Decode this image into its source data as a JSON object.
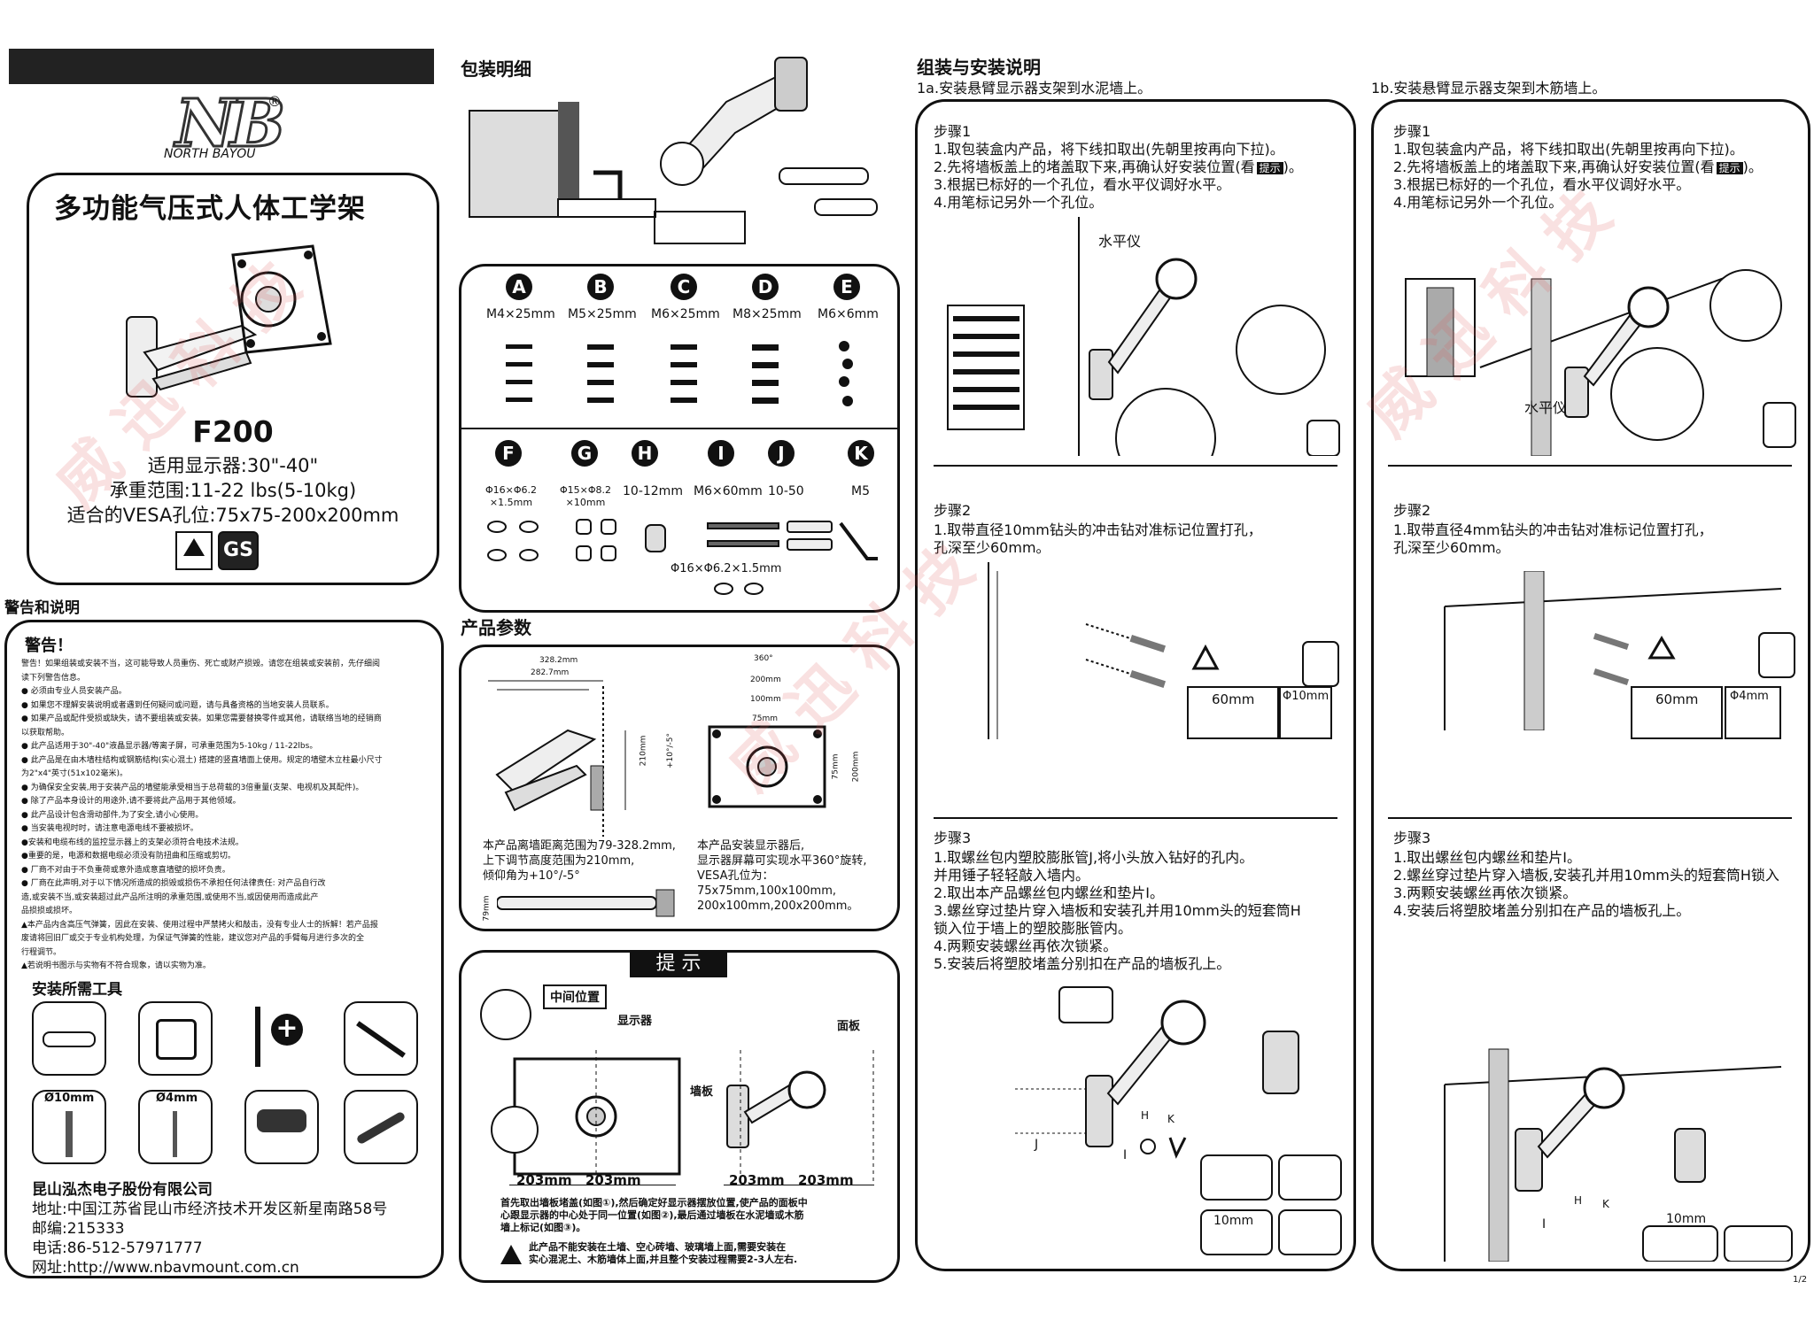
{
  "brand": {
    "logo_text": "NB",
    "logo_reg": "®",
    "brand_name": "NORTH BAYOU"
  },
  "product": {
    "title": "多功能气压式人体工学架",
    "model": "F200",
    "spec_display": "适用显示器:30\"-40\"",
    "spec_load": "承重范围:11-22 lbs(5-10kg)",
    "spec_vesa": "适合的VESA孔位:75x75-200x200mm"
  },
  "warning_section": {
    "heading": "警告和说明",
    "title": "警告！",
    "lines": [
      "警告！如果组装或安装不当，这可能导致人员重伤、死亡或财产损毁。请您在组装或安装前，先仔细阅",
      "读下列警告信息。",
      "● 必须由专业人员安装产品。",
      "● 如果您不理解安装说明或者遇到任何疑问或问题，请与具备资格的当地安装人员联系。",
      "● 如果产品或配件受损或缺失，请不要组装或安装。如果您需要替换零件或其他，请联络当地的经销商",
      "  以获取帮助。",
      "● 此产品适用于30\"-40\"液晶显示器/等离子屏，可承重范围为5-10kg / 11-22lbs。",
      "● 此产品是在由木墙柱结构或钢筋结构(实心混土) 搭建的竖直墙面上使用。规定的墙壁木立柱最小尺寸",
      "  为2\"x4\"英寸(51x102毫米)。",
      "● 为确保安全安装,用于安装产品的墙壁能承受相当于总荷载的3倍重量(支架、电视机及其配件)。",
      "● 除了产品本身设计的用途外,请不要将此产品用于其他领域。",
      "● 此产品设计包含滑动部件,为了安全,请小心使用。",
      "● 当安装电视时时，请注意电源电线不要被损坏。",
      "●安装和电缆布线的监控显示器上的支架必须符合电技术法规。",
      "●重要的是，电源和数据电缆必须没有防扭曲和压缩或剪切。",
      "● 厂商不对由于不负重荷或意外造成意直墙壁的损坏负责。",
      "● 厂商在此声明,对于以下情况所造成的损毁或损伤不承担任何法律责任: 对产品自行改",
      "  造,或安装不当,或安装超过此产品所注明的承重范围,或使用不当,或因使用而造成此产",
      "  品损损或损坏。",
      "▲本产品内含高压气弹簧，因此在安装、使用过程中严禁拷火和敲击，没有专业人士的拆解！若产品报",
      "  废请将回旧厂或交于专业机构处理，为保证气弹簧的性能，建议您对产品的手臂每月进行多次的全",
      "  行程调节。",
      "▲若说明书图示与实物有不符合现象，请以实物为准。"
    ]
  },
  "tools": {
    "heading": "安装所需工具",
    "drill10": "Ø10mm",
    "drill4": "Ø4mm"
  },
  "company": {
    "name": "昆山泓杰电子股份有限公司",
    "address": "地址:中国江苏省昆山市经济技术开发区新星南路58号",
    "postcode": "邮编:215333",
    "phone": "电话:86-512-57971777",
    "website": "网址:http://www.nbavmount.com.cn"
  },
  "package": {
    "heading": "包装明细",
    "screws": [
      {
        "letter": "A",
        "size": "M4×25mm"
      },
      {
        "letter": "B",
        "size": "M5×25mm"
      },
      {
        "letter": "C",
        "size": "M6×25mm"
      },
      {
        "letter": "D",
        "size": "M8×25mm"
      },
      {
        "letter": "E",
        "size": "M6×6mm"
      }
    ],
    "parts": [
      {
        "letter": "F",
        "size": "Φ16×Φ6.2\n×1.5mm"
      },
      {
        "letter": "G",
        "size": "Φ15×Φ8.2\n×10mm"
      },
      {
        "letter": "H",
        "size": "10-12mm"
      },
      {
        "letter": "I",
        "size": "M6×60mm"
      },
      {
        "letter": "J",
        "size": "10-50"
      },
      {
        "letter": "K",
        "size": "M5"
      }
    ],
    "washer_note": "Φ16×Φ6.2×1.5mm"
  },
  "params": {
    "heading": "产品参数",
    "dim_328": "328.2mm",
    "dim_282": "282.7mm",
    "dim_210": "210mm",
    "dim_angle": "+10°/-5°",
    "dim_79": "79mm",
    "rot_360": "360°",
    "dim_200": "200mm",
    "dim_100": "100mm",
    "dim_75": "75mm",
    "left_text": "本产品离墙距离范围为79-328.2mm,\n上下调节高度范围为210mm,\n倾仰角为+10°/-5°",
    "right_text": "本产品安装显示器后,\n显示器屏幕可实现水平360°旋转,\nVESA孔位为：\n75x75mm,100x100mm,\n200x100mm,200x200mm。"
  },
  "tips": {
    "heading": "提 示",
    "mid_pos": "中间位置",
    "monitor": "显示器",
    "panel": "面板",
    "wallplate": "墙板",
    "dims": [
      "203mm",
      "203mm",
      "203mm",
      "203mm"
    ],
    "text": "首先取出墙板堵盖(如图①),然后确定好显示器摆放位置,使产品的面板中\n心跟显示器的中心处于同一位置(如图②),最后通过墙板在水泥墙或木筋\n墙上标记(如图③)。",
    "warning": "此产品不能安装在土墙、空心砖墙、玻璃墙上面,需要安装在\n实心混泥土、木筋墙体上面,并且整个安装过程需要2-3人左右."
  },
  "assembly": {
    "heading": "组装与安装说明",
    "concrete_title": "1a.安装悬臂显示器支架到水泥墙上。",
    "wood_title": "1b.安装悬臂显示器支架到木筋墙上。",
    "level_label": "水平仪",
    "hint_badge": "提示",
    "concrete_steps": [
      {
        "title": "步骤1",
        "lines": [
          "1.取包装盒内产品，将下线扣取出(先朝里按再向下拉)。",
          "2.先将墙板盖上的堵盖取下来,再确认好安装位置(看",
          "3.根据已标好的一个孔位，看水平仪调好水平。",
          "4.用笔标记另外一个孔位。"
        ]
      },
      {
        "title": "步骤2",
        "lines": [
          "1.取带直径10mm钻头的冲击钻对准标记位置打孔，",
          "孔深至少60mm。"
        ],
        "depth": "60mm",
        "bit": "Φ10mm"
      },
      {
        "title": "步骤3",
        "lines": [
          "1.取螺丝包内塑胶膨胀管J,将小头放入钻好的孔内。",
          "并用锤子轻轻敲入墙内。",
          "2.取出本产品螺丝包内螺丝和垫片I。",
          "3.螺丝穿过垫片穿入墙板和安装孔并用10mm头的短套筒H",
          "锁入位于墙上的塑胶膨胀管内。",
          "4.两颗安装螺丝再依次锁紧。",
          "5.安装后将塑胶堵盖分别扣在产品的墙板孔上。"
        ],
        "socket": "10mm"
      }
    ],
    "wood_steps": [
      {
        "title": "步骤1",
        "lines": [
          "1.取包装盒内产品，将下线扣取出(先朝里按再向下拉)。",
          "2.先将墙板盖上的堵盖取下来,再确认好安装位置(看",
          "3.根据已标好的一个孔位，看水平仪调好水平。",
          "4.用笔标记另外一个孔位。"
        ]
      },
      {
        "title": "步骤2",
        "lines": [
          "1.取带直径4mm钻头的冲击钻对准标记位置打孔，",
          "孔深至少60mm。"
        ],
        "depth": "60mm",
        "bit": "Φ4mm"
      },
      {
        "title": "步骤3",
        "lines": [
          "1.取出螺丝包内螺丝和垫片I。",
          "2.螺丝穿过垫片穿入墙板,安装孔并用10mm头的短套筒H锁入",
          "3.两颗安装螺丝再依次锁紧。",
          "4.安装后将塑胶堵盖分别扣在产品的墙板孔上。"
        ],
        "socket": "10mm"
      }
    ],
    "part_labels": {
      "h": "H",
      "k": "K",
      "j": "J",
      "i": "I"
    }
  },
  "page_number": "1/2",
  "colors": {
    "ink": "#111111",
    "watermark": "#dc5a5a",
    "paper": "#ffffff"
  }
}
